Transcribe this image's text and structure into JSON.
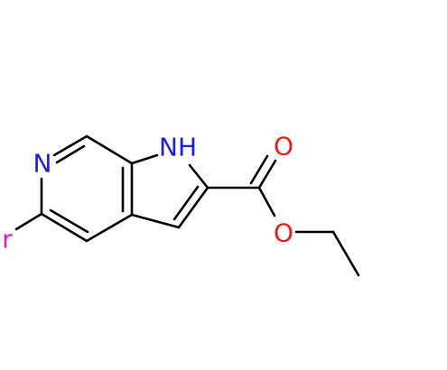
{
  "atoms": {
    "pyridine_n": {
      "label": "N",
      "color": "#1a1aee"
    },
    "pyrrole_nh": {
      "label": "NH",
      "color": "#1a1aee"
    },
    "carbonyl_o": {
      "label": "O",
      "color": "#ee1a1a"
    },
    "ester_o": {
      "label": "O",
      "color": "#ee1a1a"
    },
    "halogen": {
      "label": "r",
      "color": "#cc22cc"
    }
  },
  "colors": {
    "bond": "#000000",
    "background": "#ffffff"
  }
}
